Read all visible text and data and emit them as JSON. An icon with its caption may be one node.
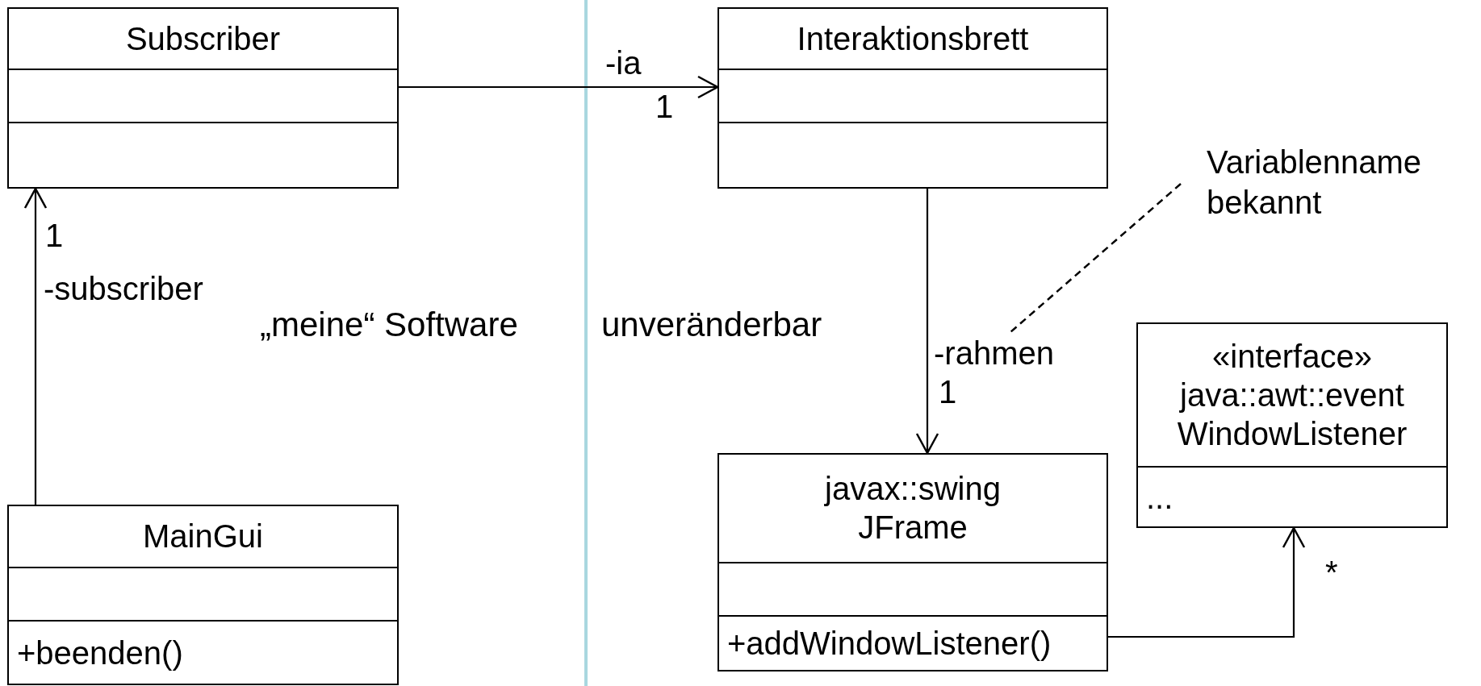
{
  "diagram": {
    "nodes": [
      {
        "text": [
          "Subscriber"
        ]
      },
      {
        "text": [
          "Interaktionsbrett"
        ]
      },
      {
        "text": [
          "Variablenname bekannt"
        ]
      },
      {
        "text": [
          "«interface»",
          "java::awt::event WindowListener",
          "..."
        ]
      },
      {
        "text": [
          "javax::swing JFrame",
          "+addWindowListener()"
        ]
      },
      {
        "text": [
          "MainGui",
          "+beenden()"
        ]
      }
    ],
    "edges": [
      {
        "from": 0,
        "to": 1,
        "arrow": "to",
        "label": "-ia"
      },
      {
        "from": 5,
        "to": 0,
        "arrow": "to",
        "label": "-subscriber"
      },
      {
        "from": 1,
        "to": 4,
        "arrow": "to",
        "label": "-rahmen"
      },
      {
        "from": 4,
        "to": 3,
        "arrow": "to"
      },
      {
        "from": 2,
        "to": null,
        "arrow": "none",
        "style": "dashed"
      }
    ],
    "labels": [
      "1",
      "1",
      "„meine“ Software",
      "unveränderbar",
      "1",
      "*"
    ]
  }
}
